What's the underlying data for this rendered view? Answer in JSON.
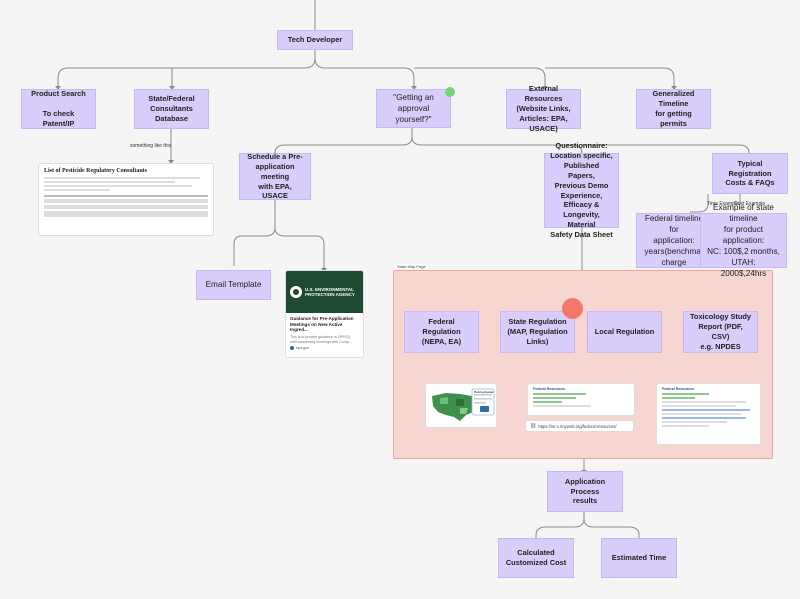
{
  "nodes": {
    "tech_developer": "Tech Developer",
    "product_search": "Product Search\n\nTo check Patent/IP",
    "state_federal_db": "State/Federal\nConsultants Database",
    "getting_approval": "\"Getting an approval\nyourself?\"",
    "external_resources": "External Resources\n(Website Links,\nArticles: EPA, USACE)",
    "generalized_timeline": "Generalized Timeline\nfor getting permits",
    "schedule_meeting": "Schedule a Pre-\napplication meeting\nwith EPA, USACE",
    "questionnaire": "Questionnaire:\nLocation specific,\nPublished Papers,\nPrevious Demo\nExperience, Efficacy &\nLongevity, Material\nSafety Data Sheet",
    "typical_registration": "Typical Registration\nCosts & FAQs",
    "federal_timeline": "Federal timeline for\napplication:\nyears(benchmar\ncharge",
    "state_timeline": "Example of state timeline\nfor product application:\nNC: 100$,2 months, UTAH:\n2000$,24hrs",
    "email_template": "Email Template",
    "federal_regulation": "Federal Regulation\n(NEPA, EA)",
    "state_regulation": "State Regulation\n(MAP, Regulation\nLinks)",
    "local_regulation": "Local Regulation",
    "toxicology": "Toxicology Study\nReport (PDF, CSV)\ne.g. NPDES",
    "application_process": "Application Process\nresults",
    "calculated_cost": "Calculated\nCustomized Cost",
    "estimated_time": "Estimated Time"
  },
  "labels": {
    "something_like_this": "something like this",
    "time_example": "Time Example",
    "cost_example": "Cost Example",
    "region_tag": "State Map Page"
  },
  "consultants_card": {
    "title": "List of Pesticide Regulatory Consultants"
  },
  "epa_card": {
    "header": "U.S. ENVIRONMENTAL\nPROTECTION AGENCY",
    "title": "Guidance for Pre-Application\nMeetings on New Active\nIngred...",
    "snippet": "This is to provide guidance to OPP(S)\nstaff concerning meetings with Comp...",
    "source": "epa.gov"
  },
  "resources_card": {
    "heading": "Federal Resources",
    "url": "https://isr-1.tinyweb.org/federal-resources/"
  },
  "resources_card_2": {
    "heading": "Federal Resources"
  },
  "map_card": {
    "popup_title": "Pennsylvania"
  },
  "colors": {
    "node_fill": "#d9cdfb",
    "region_fill": "#f7d6d2",
    "green_dot": "#6fd67a",
    "red_dot": "#f4786a"
  }
}
